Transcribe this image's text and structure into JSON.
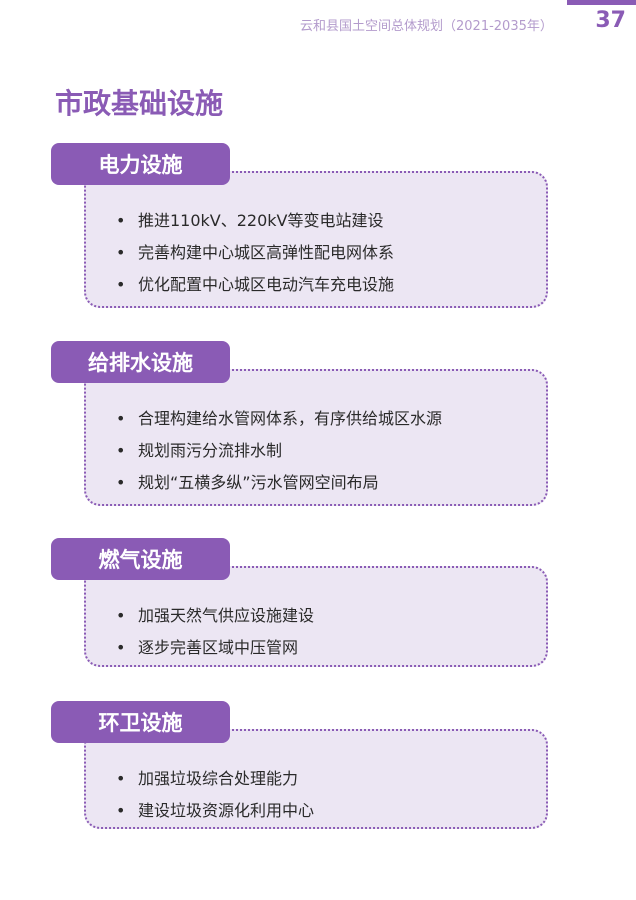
{
  "header": {
    "title": "云和县国土空间总体规划（2021-2035年）",
    "page_number": "37"
  },
  "page_title": "市政基础设施",
  "sections": [
    {
      "label": "电力设施",
      "items": [
        "推进110kV、220kV等变电站建设",
        "完善构建中心城区高弹性配电网体系",
        "优化配置中心城区电动汽车充电设施"
      ]
    },
    {
      "label": "给排水设施",
      "items": [
        "合理构建给水管网体系，有序供给城区水源",
        "规划雨污分流排水制",
        "规划“五横多纵”污水管网空间布局"
      ]
    },
    {
      "label": "燃气设施",
      "items": [
        "加强天然气供应设施建设",
        "逐步完善区域中压管网"
      ]
    },
    {
      "label": "环卫设施",
      "items": [
        "加强垃圾综合处理能力",
        "建设垃圾资源化利用中心"
      ]
    }
  ],
  "bullet": "•",
  "colors": {
    "accent": "#8a5bb5",
    "box_fill": "#ece6f3"
  }
}
